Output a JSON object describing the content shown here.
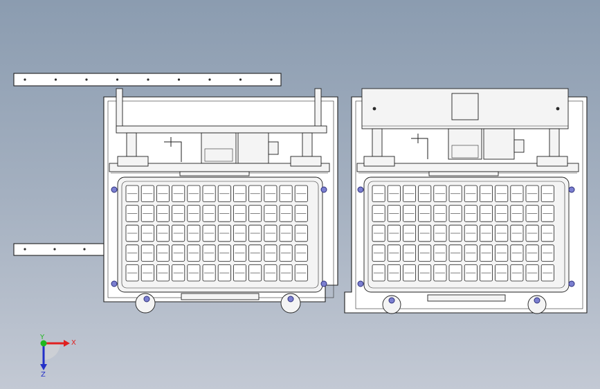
{
  "view": {
    "background_top": "#8b9cb0",
    "background_bottom": "#c3c9d4",
    "line_color": "#1e1e1e"
  },
  "triad": {
    "x_label": "X",
    "y_label": "Y",
    "z_label": "Z",
    "x_color": "#e02020",
    "y_color": "#1fb81f",
    "z_color": "#2330c8"
  },
  "tray": {
    "columns": 12,
    "rows": 5
  }
}
